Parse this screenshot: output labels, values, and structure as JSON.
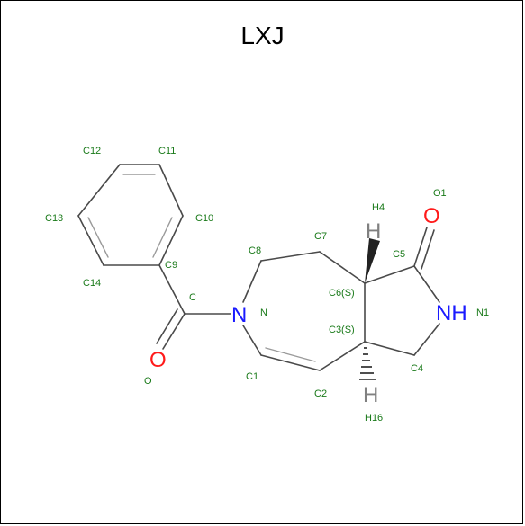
{
  "title": "LXJ",
  "colors": {
    "label": "#1a7a1a",
    "oxygen": "#ff1a1a",
    "nitrogen": "#1a1aff",
    "hydrogen": "#808080",
    "bond": "#4a4a4a"
  },
  "elements": {
    "o_carbonyl": "O",
    "n_ring": "N",
    "nh": "NH",
    "o_lactam": "O",
    "h_top": "H",
    "h_bottom": "H"
  },
  "atom_labels": {
    "c12": "C12",
    "c11": "C11",
    "c13": "C13",
    "c10": "C10",
    "c9": "C9",
    "c14": "C14",
    "c": "C",
    "o": "O",
    "c8": "C8",
    "c7": "C7",
    "n": "N",
    "c1": "C1",
    "c2": "C2",
    "h4": "H4",
    "o1": "O1",
    "c5": "C5",
    "c6": "C6(S)",
    "c3": "C3(S)",
    "n1": "N1",
    "c4": "C4",
    "h16": "H16"
  }
}
